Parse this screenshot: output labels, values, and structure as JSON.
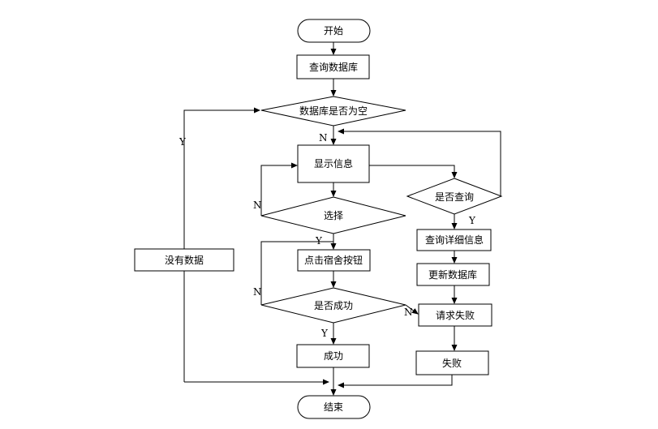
{
  "nodes": {
    "start": "开始",
    "query_db": "查询数据库",
    "db_empty": "数据库是否为空",
    "show_info": "显示信息",
    "select": "选择",
    "click_dorm": "点击宿舍按钮",
    "is_success": "是否成功",
    "success": "成功",
    "no_data": "没有数据",
    "is_query": "是否查询",
    "query_detail": "查询详细信息",
    "update_db": "更新数据库",
    "request_fail": "请求失败",
    "fail": "失败",
    "end": "结束"
  },
  "edge_labels": {
    "yes": "Y",
    "no": "N"
  }
}
